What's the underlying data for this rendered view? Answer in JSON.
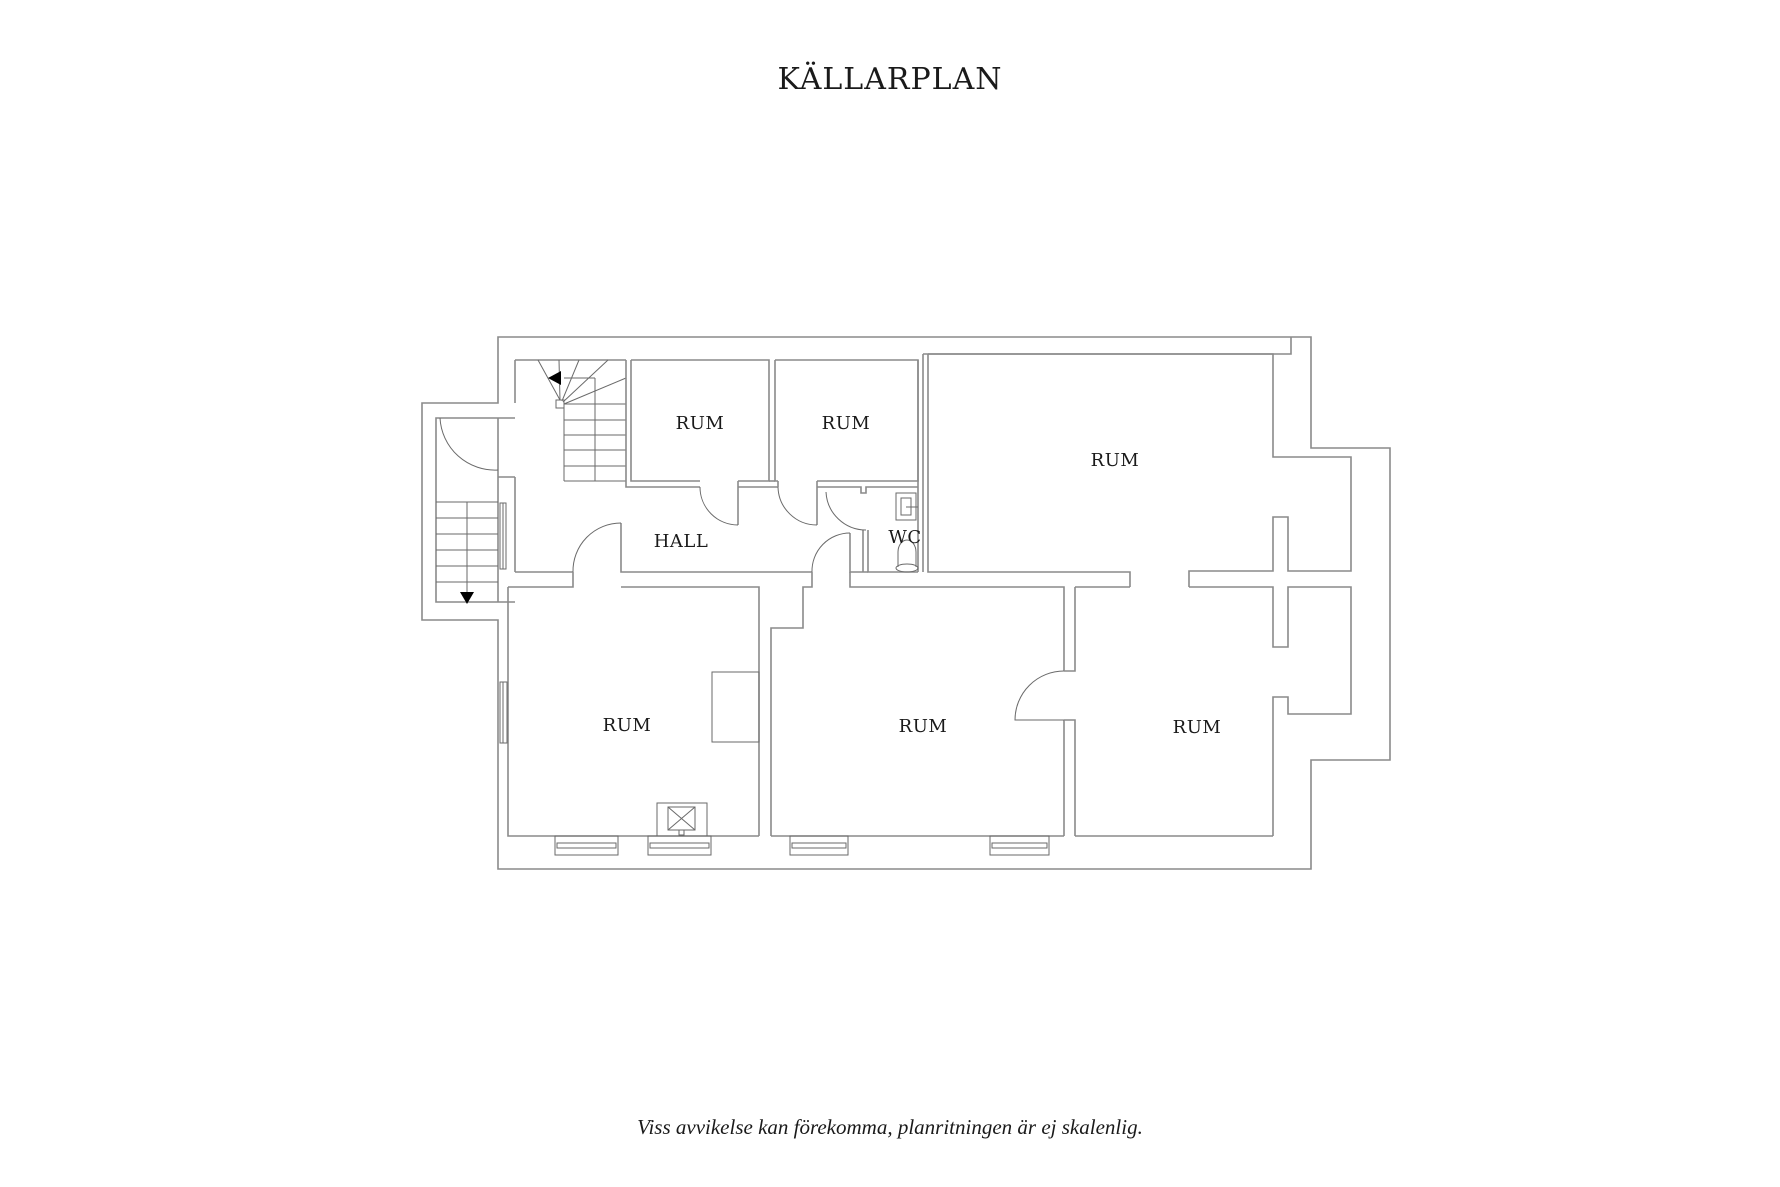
{
  "header": {
    "title": "KÄLLARPLAN"
  },
  "plan": {
    "rooms": [
      {
        "id": "rum-top-1",
        "label": "RUM"
      },
      {
        "id": "rum-top-2",
        "label": "RUM"
      },
      {
        "id": "rum-large-top-right",
        "label": "RUM"
      },
      {
        "id": "hall",
        "label": "HALL"
      },
      {
        "id": "wc",
        "label": "WC"
      },
      {
        "id": "rum-bottom-left",
        "label": "RUM"
      },
      {
        "id": "rum-bottom-middle",
        "label": "RUM"
      },
      {
        "id": "rum-bottom-right",
        "label": "RUM"
      }
    ],
    "colors": {
      "wall": "#8a8a8a",
      "text": "#1a1a1a",
      "background": "#ffffff"
    }
  },
  "footer": {
    "disclaimer": "Viss avvikelse kan förekomma, planritningen är ej skalenlig."
  }
}
